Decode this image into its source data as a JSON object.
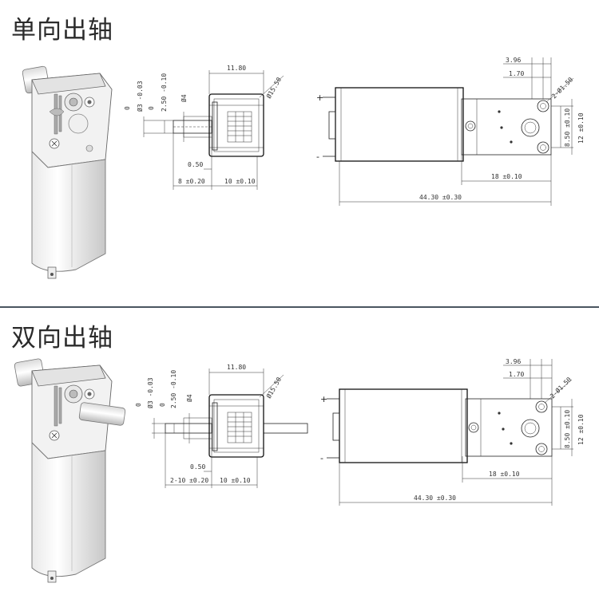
{
  "sections": {
    "single": {
      "title": "单向出轴"
    },
    "double": {
      "title": "双向出轴"
    }
  },
  "dims": {
    "d_3": "Ø3 -0.03",
    "tol_3_zero": "0",
    "d_250": "2.50 -0.10",
    "tol_250_zero": "0",
    "d_4": "Ø4",
    "w_1180": "11.80",
    "d_1550": "Ø15.50",
    "w_050": "0.50",
    "w_8": "8 ±0.20",
    "w_2_10": "2-10 ±0.20",
    "w_10": "10 ±0.10",
    "w_396": "3.96",
    "w_170": "1.70",
    "d_150": "2-Ø1.50",
    "h_850": "8.50 ±0.10",
    "h_12": "12 ±0.10",
    "w_18": "18 ±0.10",
    "w_4430": "44.30 ±0.30",
    "plus": "+",
    "minus": "-"
  }
}
